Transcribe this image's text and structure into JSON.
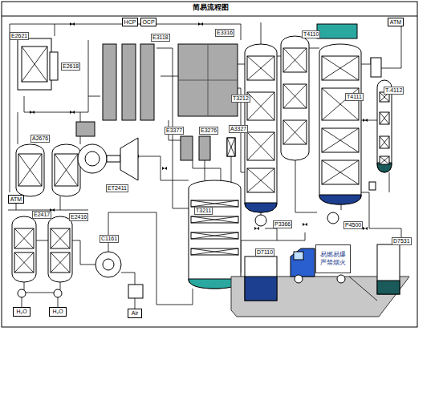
{
  "diagram": {
    "title": "简易流程图",
    "nodes": [
      {
        "text": [
          "HCP"
        ]
      },
      {
        "text": [
          "OCP"
        ]
      },
      {
        "text": [
          "ATM"
        ]
      },
      {
        "text": [
          "ATM"
        ]
      },
      {
        "text": [
          "H₂O"
        ]
      },
      {
        "text": [
          "H₂O"
        ]
      },
      {
        "text": [
          "Air"
        ]
      },
      {
        "text": [
          "易燃易爆 严禁烟火"
        ]
      }
    ],
    "labels": [
      "E2621",
      "E2618",
      "E3118",
      "E3316",
      "T3212",
      "T4110",
      "T4111",
      "T-4112",
      "E3377",
      "E3276",
      "A3327",
      "A2676",
      "ET2411",
      "E2417",
      "E2416",
      "C1161",
      "T3211",
      "P3366",
      "P4500",
      "D7110",
      "D7531"
    ]
  }
}
